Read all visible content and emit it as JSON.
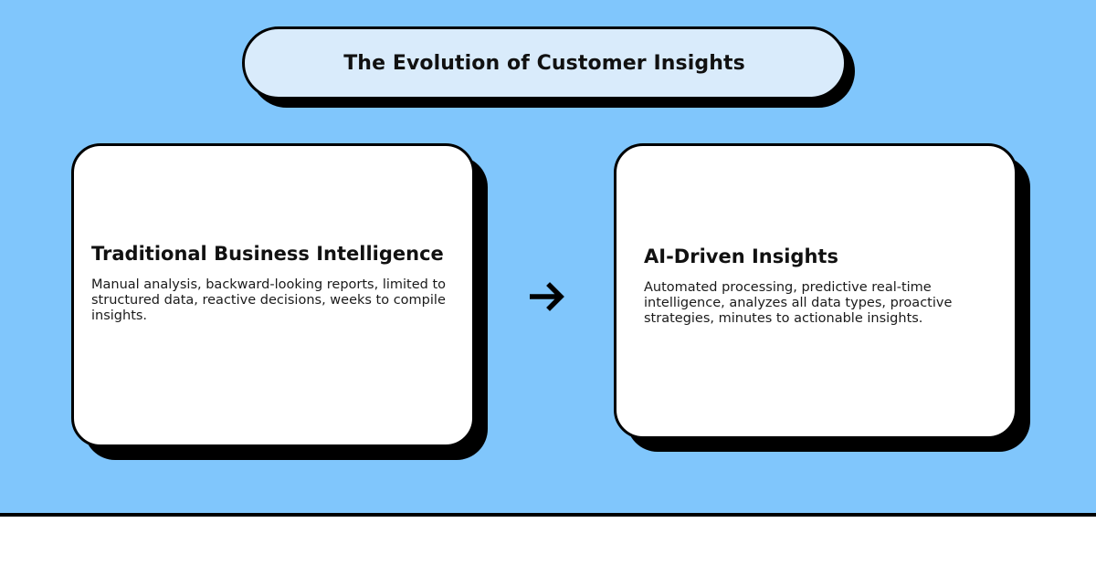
{
  "slide": {
    "title": "The Evolution of Customer Insights",
    "background_color": "#80c6fc",
    "pill_color": "#d9ebfb",
    "card_color": "#ffffff",
    "outline_color": "#000000"
  },
  "cards": [
    {
      "title": "Traditional Business Intelligence",
      "body": "Manual analysis, backward-looking reports, limited to structured data, reactive decisions, weeks to compile insights."
    },
    {
      "title": "AI-Driven Insights",
      "body": "Automated processing, predictive real-time intelligence, analyzes all data types, proactive strategies, minutes to actionable insights."
    }
  ],
  "connector": {
    "icon": "arrow-right-icon",
    "glyph": "→"
  }
}
